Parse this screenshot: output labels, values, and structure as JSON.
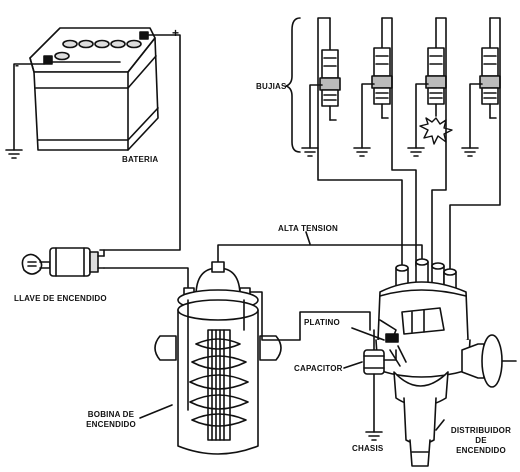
{
  "colors": {
    "ink": "#111111",
    "paper": "#ffffff",
    "shade": "#d8d8d8"
  },
  "labels": {
    "bateria": "BATERIA",
    "bujias": "BUJIAS",
    "alta_tension": "ALTA TENSION",
    "llave": "LLAVE DE ENCENDIDO",
    "platino": "PLATINO",
    "capacitor": "CAPACITOR",
    "bobina_line1": "BOBINA DE",
    "bobina_line2": "ENCENDIDO",
    "chasis": "CHASIS",
    "distribuidor_line1": "DISTRIBUIDOR",
    "distribuidor_line2": "DE",
    "distribuidor_line3": "ENCENDIDO",
    "minus": "-",
    "plus": "+"
  },
  "icons": [
    "battery-icon",
    "spark-plug-icon",
    "ignition-key-icon",
    "ignition-coil-icon",
    "distributor-icon",
    "capacitor-icon",
    "ground-icon",
    "spark-icon"
  ]
}
